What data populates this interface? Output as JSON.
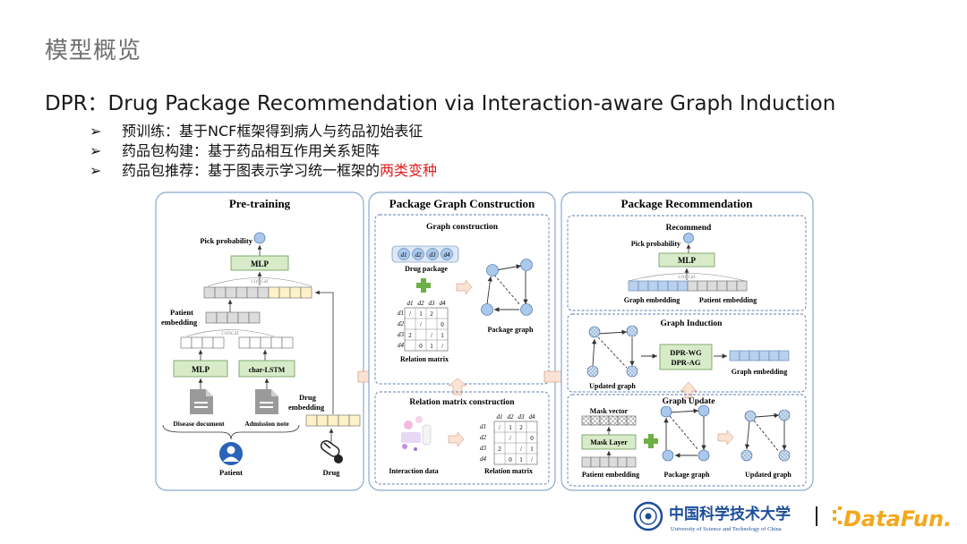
{
  "section_title": "模型概览",
  "main_title": "DPR：Drug Package Recommendation via Interaction-aware Graph Induction",
  "bullets": [
    {
      "marker": "➢",
      "prefix": "预训练：基于NCF框架得到病人与药品初始表征",
      "highlight": ""
    },
    {
      "marker": "➢",
      "prefix": "药品包构建：基于药品相互作用关系矩阵",
      "highlight": ""
    },
    {
      "marker": "➢",
      "prefix": "药品包推荐：基于图表示学习统一框架的",
      "highlight": "两类变种"
    }
  ],
  "pretraining": {
    "title": "Pre-training",
    "pick_probability": "Pick probability",
    "mlp_top": "MLP",
    "concat_top": "concat",
    "patient_embedding": [
      "Patient",
      "embedding"
    ],
    "concat_mid": "concat",
    "mlp_left": "MLP",
    "char_lstm": "char-LSTM",
    "drug_embedding": [
      "Drug",
      "embedding"
    ],
    "disease_document": "Disease document",
    "admission_note": "Admission note",
    "patient": "Patient",
    "drug": "Drug"
  },
  "construction": {
    "title": "Package Graph Construction",
    "graph_construction": "Graph construction",
    "drug_chips": [
      "d1",
      "d2",
      "d3",
      "d4"
    ],
    "drug_package": "Drug package",
    "matrix_cols": [
      "d1",
      "d2",
      "d3",
      "d4"
    ],
    "matrix_rows": [
      "d1",
      "d2",
      "d3",
      "d4"
    ],
    "matrix_cells": [
      [
        "/",
        "1",
        "2",
        ""
      ],
      [
        "",
        "/",
        "",
        "0"
      ],
      [
        "2",
        "",
        "/",
        "1"
      ],
      [
        "",
        "0",
        "1",
        "/"
      ]
    ],
    "relation_matrix": "Relation matrix",
    "package_graph": "Package graph",
    "relation_matrix_construction": "Relation matrix construction",
    "interaction_data": "Interaction data",
    "relation_matrix_2": "Relation matrix"
  },
  "recommendation": {
    "title": "Package Recommendation",
    "recommend": "Recommend",
    "pick_probability": "Pick probability",
    "mlp": "MLP",
    "concat": "concat",
    "graph_embedding": "Graph embedding",
    "patient_embedding": "Patient embedding",
    "graph_induction": "Graph Induction",
    "dpr_wg": "DPR-WG",
    "dpr_ag": "DPR-AG",
    "graph_embedding_2": "Graph embedding",
    "updated_graph": "Updated graph",
    "graph_update": "Graph Update",
    "mask_vector": "Mask vector",
    "mask_layer": "Mask Layer",
    "patient_embedding_2": "Patient embedding",
    "package_graph": "Package graph",
    "updated_graph_2": "Updated graph"
  },
  "footer": {
    "ustc_cn": "中国科学技术大学",
    "ustc_en": "University of Science and Technology of China",
    "datafun": "DataFun."
  },
  "colors": {
    "panel_border": "#8aa9cf",
    "green_box": "#d7ebc9",
    "blue_node": "#a9c8ec",
    "yellow_cell": "#fff1c8",
    "arrow_fill": "#fbe3d4",
    "highlight": "#e02020",
    "datafun_orange": "#f4a81d"
  }
}
